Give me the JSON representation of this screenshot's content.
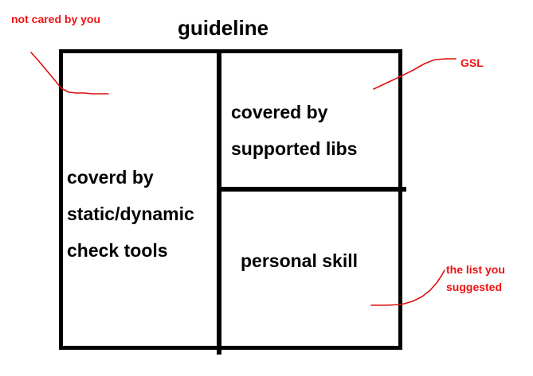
{
  "diagram": {
    "title": "guideline",
    "accent_color": "#ee1111",
    "line_color": "#000000",
    "background": "#ffffff"
  },
  "cells": {
    "left": {
      "lines": [
        "coverd by",
        "static/dynamic",
        "check tools"
      ]
    },
    "top_right": {
      "lines": [
        "covered by",
        "supported libs"
      ]
    },
    "bottom_right": {
      "lines": [
        "personal skill"
      ]
    }
  },
  "annotations": [
    {
      "id": "not-cared",
      "lines": [
        "not cared by you"
      ],
      "color": "#ee1111"
    },
    {
      "id": "gsl",
      "lines": [
        "GSL"
      ],
      "color": "#ee1111"
    },
    {
      "id": "list-you-suggested",
      "lines": [
        "the list you",
        "suggested"
      ],
      "color": "#ee1111"
    }
  ]
}
